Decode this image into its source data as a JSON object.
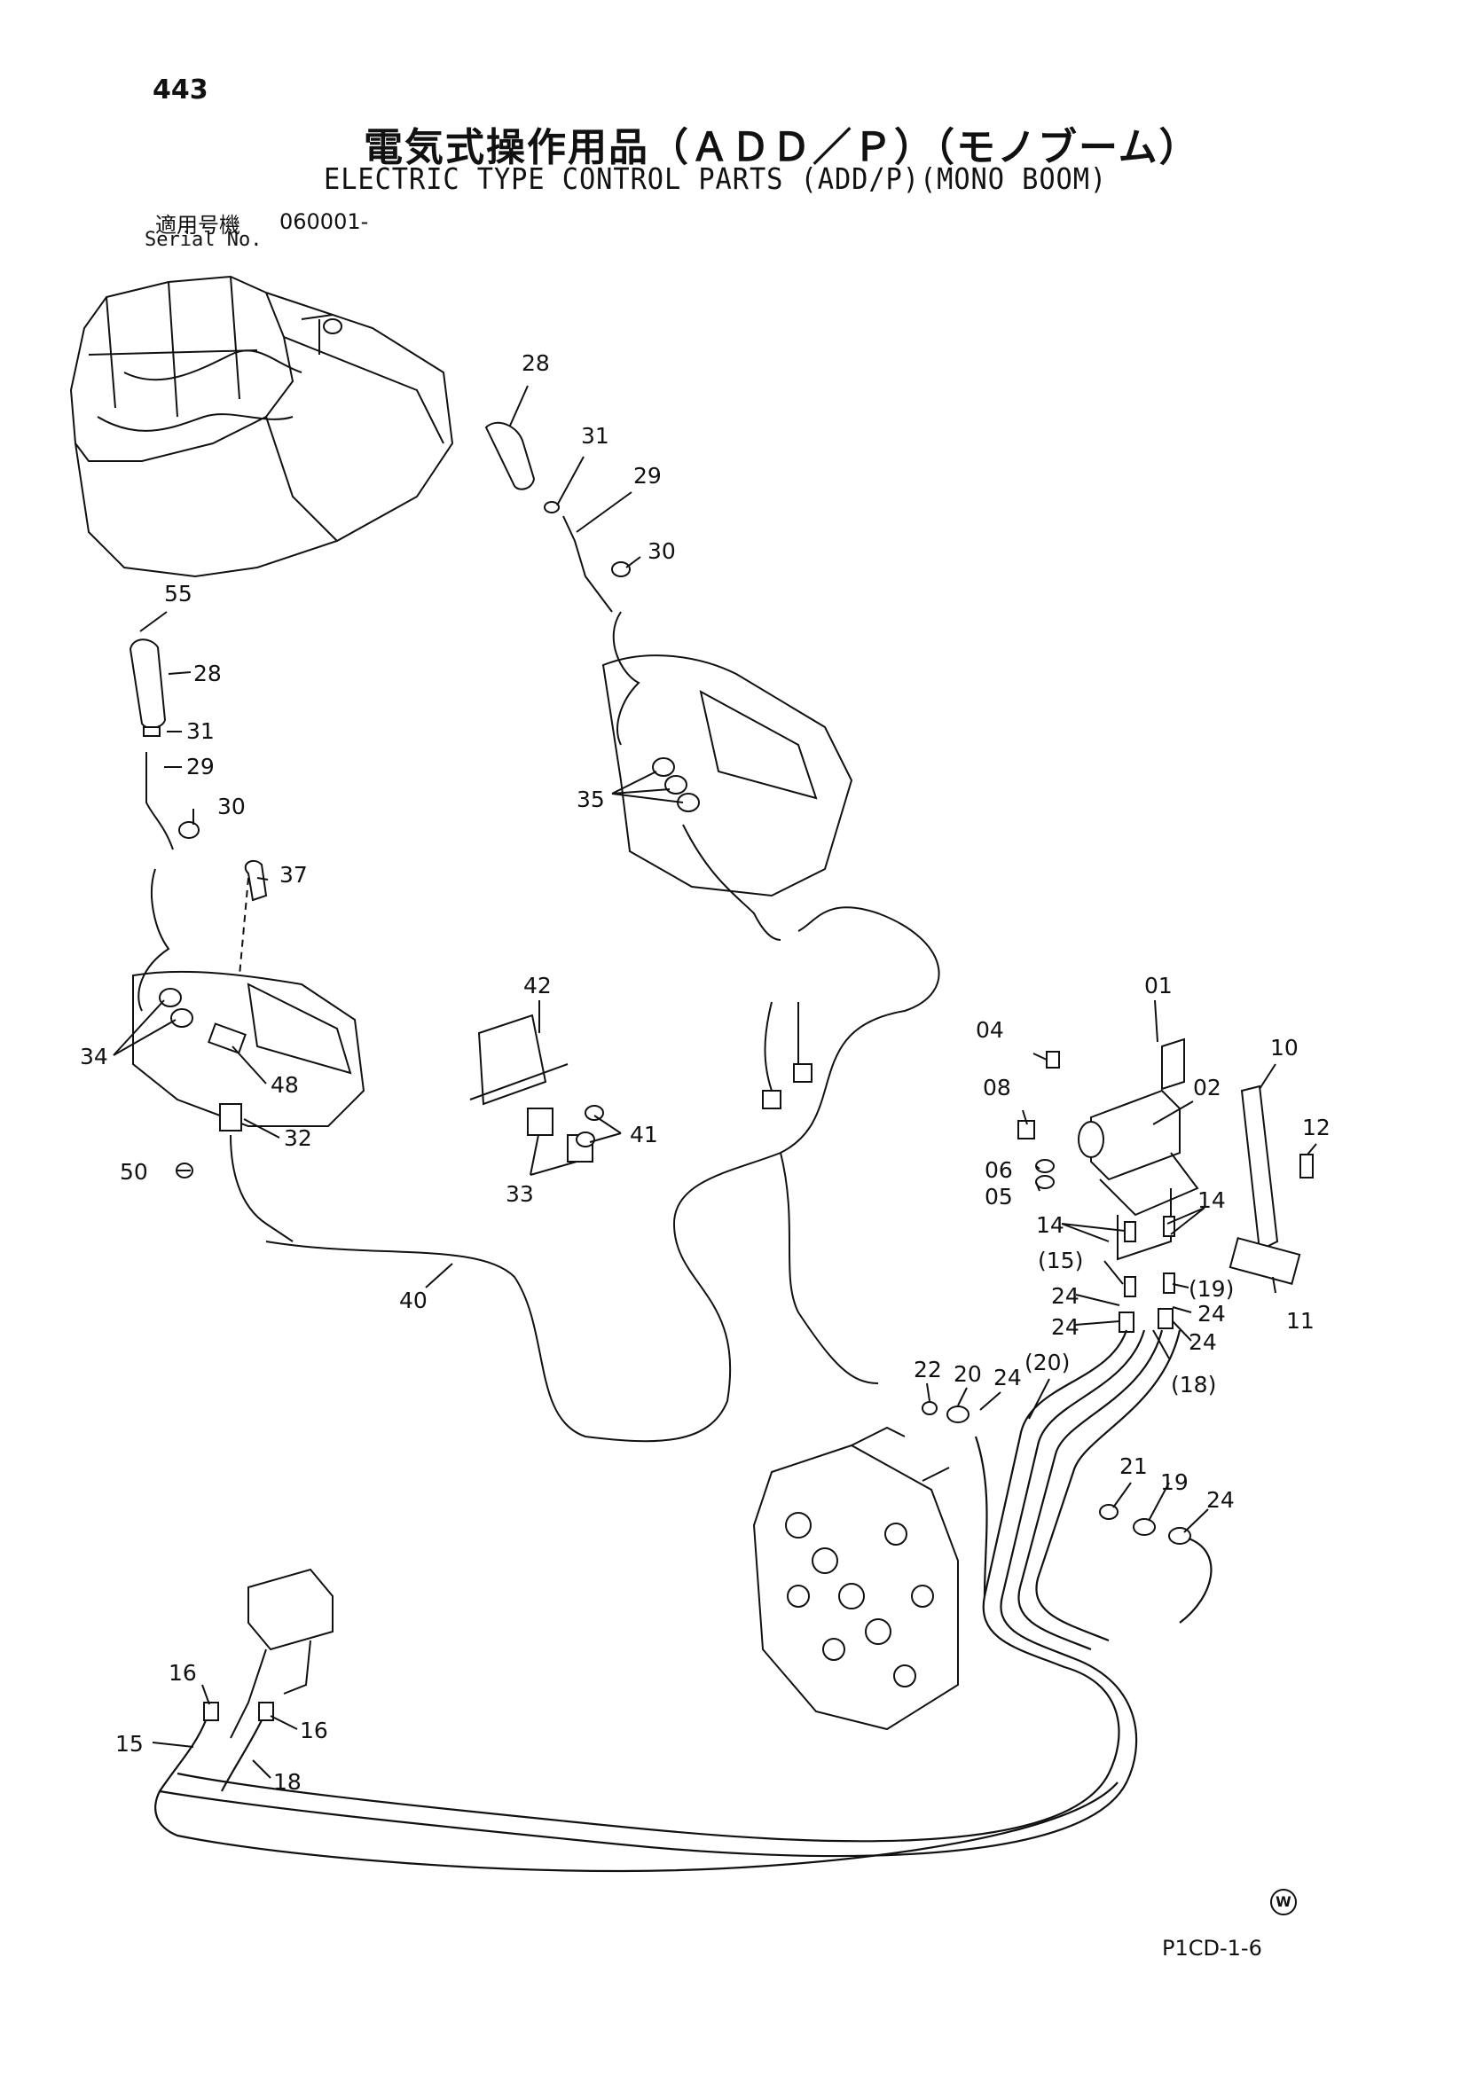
{
  "header": {
    "page_number": "443",
    "title_jp": "電気式操作用品（ＡＤＤ／Ｐ）（モノブーム）",
    "title_en": "ELECTRIC TYPE CONTROL PARTS (ADD/P)(MONO BOOM)",
    "serial_label_jp": "適用号機",
    "serial_value": "060001-",
    "serial_label_en": "Serial No."
  },
  "callouts": [
    {
      "id": "c-28a",
      "text": "28"
    },
    {
      "id": "c-31a",
      "text": "31"
    },
    {
      "id": "c-29a",
      "text": "29"
    },
    {
      "id": "c-30a",
      "text": "30"
    },
    {
      "id": "c-35",
      "text": "35"
    },
    {
      "id": "c-55",
      "text": "55"
    },
    {
      "id": "c-28b",
      "text": "28"
    },
    {
      "id": "c-31b",
      "text": "31"
    },
    {
      "id": "c-29b",
      "text": "29"
    },
    {
      "id": "c-30b",
      "text": "30"
    },
    {
      "id": "c-37",
      "text": "37"
    },
    {
      "id": "c-34",
      "text": "34"
    },
    {
      "id": "c-48",
      "text": "48"
    },
    {
      "id": "c-32",
      "text": "32"
    },
    {
      "id": "c-50",
      "text": "50"
    },
    {
      "id": "c-40",
      "text": "40"
    },
    {
      "id": "c-42",
      "text": "42"
    },
    {
      "id": "c-41",
      "text": "41"
    },
    {
      "id": "c-33",
      "text": "33"
    },
    {
      "id": "c-04",
      "text": "04"
    },
    {
      "id": "c-01",
      "text": "01"
    },
    {
      "id": "c-10",
      "text": "10"
    },
    {
      "id": "c-08",
      "text": "08"
    },
    {
      "id": "c-02",
      "text": "02"
    },
    {
      "id": "c-12",
      "text": "12"
    },
    {
      "id": "c-06",
      "text": "06"
    },
    {
      "id": "c-05",
      "text": "05"
    },
    {
      "id": "c-14a",
      "text": "14"
    },
    {
      "id": "c-14b",
      "text": "14"
    },
    {
      "id": "c-15p",
      "text": "(15)"
    },
    {
      "id": "c-19p",
      "text": "(19)"
    },
    {
      "id": "c-24a",
      "text": "24"
    },
    {
      "id": "c-24b",
      "text": "24"
    },
    {
      "id": "c-24c",
      "text": "24"
    },
    {
      "id": "c-24d",
      "text": "24"
    },
    {
      "id": "c-11",
      "text": "11"
    },
    {
      "id": "c-22",
      "text": "22"
    },
    {
      "id": "c-20",
      "text": "20"
    },
    {
      "id": "c-24e",
      "text": "24"
    },
    {
      "id": "c-20p",
      "text": "(20)"
    },
    {
      "id": "c-18p",
      "text": "(18)"
    },
    {
      "id": "c-21",
      "text": "21"
    },
    {
      "id": "c-19",
      "text": "19"
    },
    {
      "id": "c-24f",
      "text": "24"
    },
    {
      "id": "c-16a",
      "text": "16"
    },
    {
      "id": "c-16b",
      "text": "16"
    },
    {
      "id": "c-15",
      "text": "15"
    },
    {
      "id": "c-18",
      "text": "18"
    }
  ],
  "footer": {
    "mark": "W",
    "code": "P1CD-1-6"
  }
}
